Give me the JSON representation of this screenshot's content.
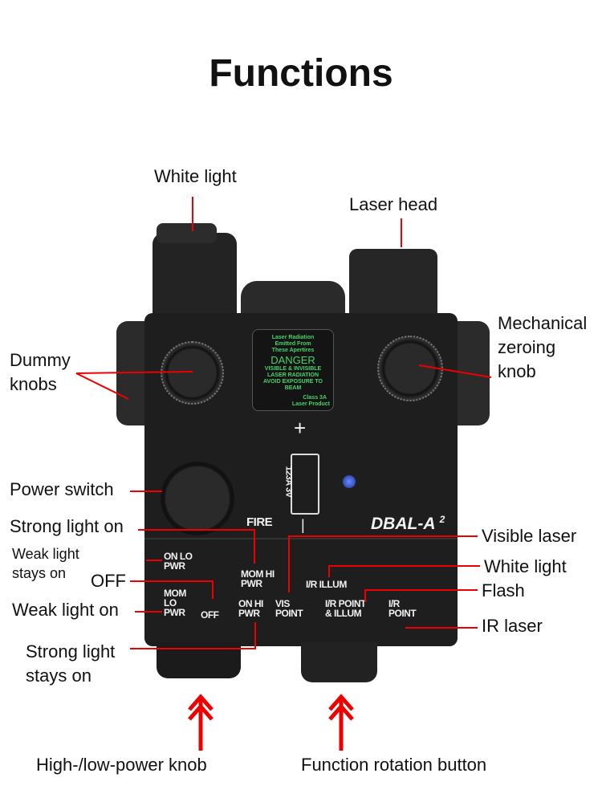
{
  "title": "Functions",
  "callouts": {
    "white_light_top": "White light",
    "laser_head": "Laser head",
    "zeroing_knob": [
      "Mechanical",
      "zeroing",
      "knob"
    ],
    "dummy_knobs": [
      "Dummy",
      "knobs"
    ],
    "power_switch": "Power switch",
    "strong_light_on": "Strong light on",
    "weak_light_stays_on": [
      "Weak light",
      "stays on"
    ],
    "off": "OFF",
    "weak_light_on": "Weak light on",
    "strong_light_stays_on": [
      "Strong light",
      "stays on"
    ],
    "visible_laser": "Visible laser",
    "white_light": "White light",
    "flash": "Flash",
    "ir_laser": "IR laser",
    "power_knob": "High-/low-power knob",
    "function_button": "Function rotation button"
  },
  "device": {
    "model": "DBAL-A",
    "model_sup": "2",
    "fire": "FIRE",
    "plus": "+",
    "minus": "|",
    "battery": "123A 3V",
    "warning": {
      "l1": "Laser Radiation",
      "l2": "Emitted From",
      "l3": "These Apertires",
      "danger": "DANGER",
      "d1": "VISIBLE & INVISIBLE",
      "d2": "LASER RADIATION",
      "d3": "AVOID EXPOSURE TO",
      "d4": "BEAM",
      "c1": "Class 3A",
      "c2": "Laser Product"
    },
    "panel": {
      "on_lo": "ON LO\nPWR",
      "mom_lo": "MOM\nLO\nPWR",
      "off": "OFF",
      "mom_hi": "MOM HI\nPWR",
      "on_hi": "ON HI\nPWR",
      "vis": "VIS\nPOINT",
      "ir_illum": "I/R ILLUM",
      "ir_point_illum": "I/R POINT\n& ILLUM",
      "ir_point": "I/R\nPOINT"
    }
  }
}
